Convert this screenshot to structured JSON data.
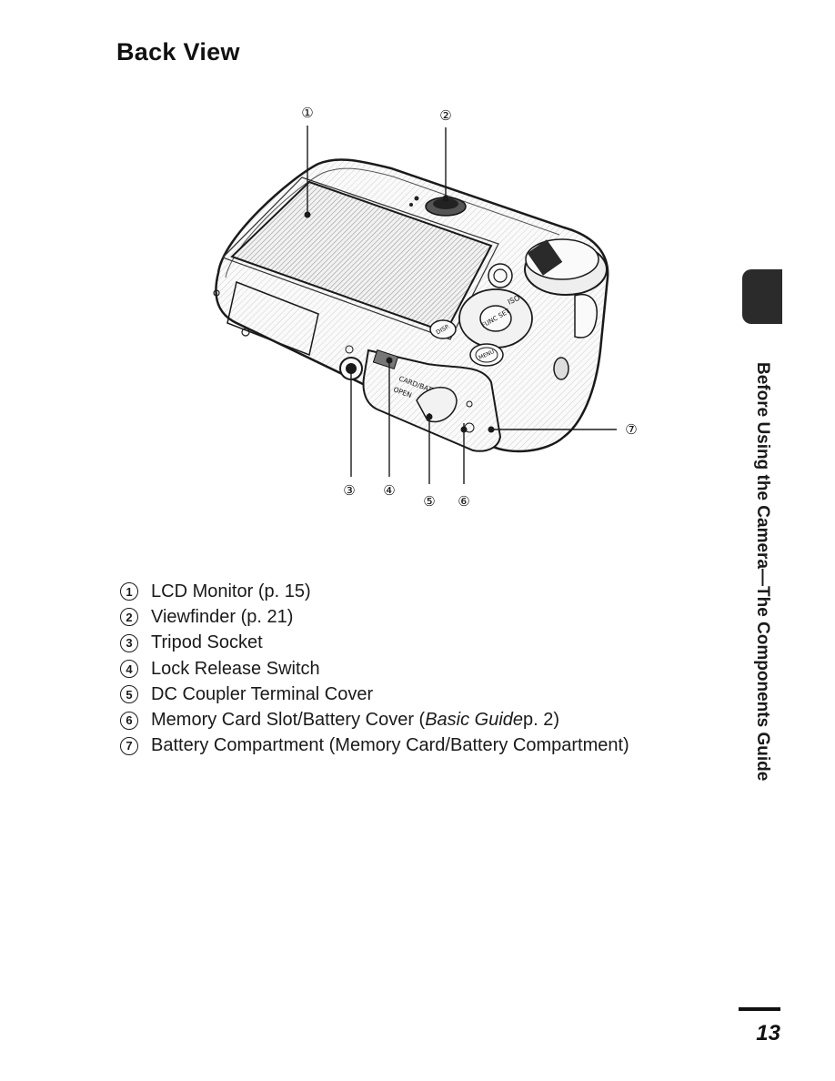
{
  "page": {
    "title": "Back View",
    "side_label": "Before Using the Camera—The Components Guide",
    "page_number": "13"
  },
  "figure": {
    "callouts": [
      "①",
      "②",
      "③",
      "④",
      "⑤",
      "⑥",
      "⑦"
    ],
    "camera_labels": {
      "func_set": "FUNC SET",
      "disp": "DISP.",
      "menu": "MENU",
      "iso": "ISO",
      "card_batt": "CARD/BATT.",
      "open": "OPEN"
    }
  },
  "legend": [
    {
      "num": "1",
      "text": "LCD Monitor (p. 15)"
    },
    {
      "num": "2",
      "text": "Viewfinder (p. 21)"
    },
    {
      "num": "3",
      "text": "Tripod Socket"
    },
    {
      "num": "4",
      "text": "Lock Release Switch"
    },
    {
      "num": "5",
      "text": "DC Coupler Terminal Cover"
    },
    {
      "num": "6",
      "text_before": "Memory Card Slot/Battery Cover (",
      "text_italic": "Basic Guide",
      "text_after": " p. 2)"
    },
    {
      "num": "7",
      "text": "Battery Compartment (Memory Card/Battery Compartment)"
    }
  ]
}
